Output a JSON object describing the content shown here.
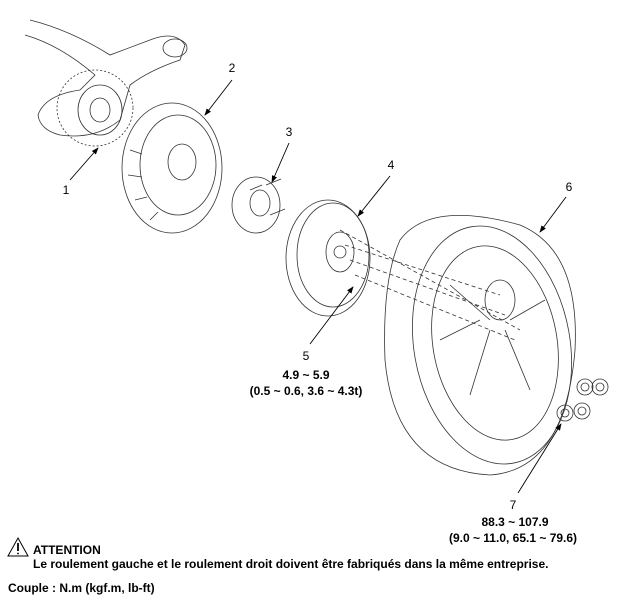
{
  "callouts": {
    "c1": "1",
    "c2": "2",
    "c3": "3",
    "c4": "4",
    "c5": "5",
    "c6": "6",
    "c7": "7"
  },
  "torques": {
    "part5": {
      "nm": "4.9 ~ 5.9",
      "alt": "(0.5 ~ 0.6, 3.6 ~ 4.3t)"
    },
    "part7": {
      "nm": "88.3 ~ 107.9",
      "alt": "(9.0 ~ 11.0, 65.1 ~ 79.6)"
    }
  },
  "notice": {
    "icon": "warning-triangle-icon",
    "title": "ATTENTION",
    "message": "Le roulement gauche et le roulement droit doivent être fabriqués dans la même entreprise."
  },
  "units": "Couple : N.m (kgf.m, lb-ft)"
}
